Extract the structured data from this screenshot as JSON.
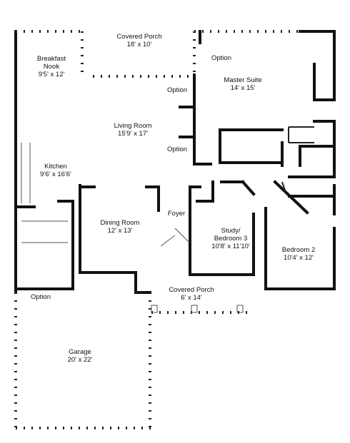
{
  "rooms": {
    "covered_porch_rear": {
      "name": "Covered Porch",
      "size": "18' x 10'"
    },
    "breakfast_nook": {
      "name_line1": "Breakfast",
      "name_line2": "Nook",
      "size": "9'5' x 12'"
    },
    "option_master": "Option",
    "master_suite": {
      "name": "Master Suite",
      "size": "14' x 15'"
    },
    "option_living_top": "Option",
    "living_room": {
      "name": "Living Room",
      "size": "15'9' x 17'"
    },
    "option_living_bottom": "Option",
    "kitchen": {
      "name": "Kitchen",
      "size": "9'6' x 16'6'"
    },
    "dining_room": {
      "name": "Dining Room",
      "size": "12' x 13'"
    },
    "foyer": "Foyer",
    "study_bedroom3": {
      "name_line1": "Study/",
      "name_line2": "Bedroom 3",
      "size": "10'8' x 11'10'"
    },
    "bedroom2": {
      "name": "Bedroom 2",
      "size": "10'4' x 12'"
    },
    "option_garage": "Option",
    "covered_porch_front": {
      "name": "Covered Porch",
      "size": "6' x 14'"
    },
    "garage": {
      "name": "Garage",
      "size": "20' x 22'"
    }
  }
}
